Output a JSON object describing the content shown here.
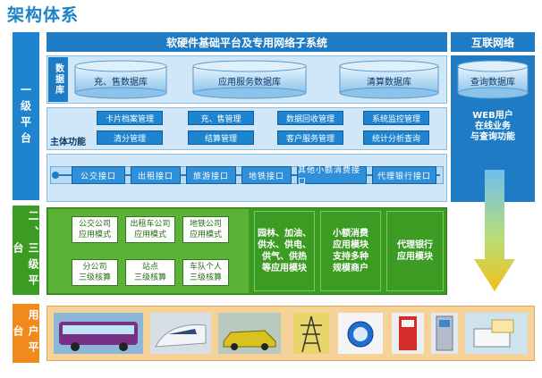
{
  "page": {
    "title": "架构体系"
  },
  "tiers": {
    "tier1": "一级平台",
    "tier23": "二、三级平台",
    "user": "用户平台"
  },
  "topbar": {
    "main": "软硬件基础平台及专用网络子系统",
    "internet": "互联网络"
  },
  "databases": {
    "label": "数据库",
    "items": [
      "充、售数据库",
      "应用服务数据库",
      "清算数据库"
    ],
    "query": "查询数据库"
  },
  "functions": {
    "label": "主体功能",
    "items": [
      "卡片档案管理",
      "充、售管理",
      "数据回收管理",
      "系统监控管理",
      "清分管理",
      "结算管理",
      "客户服务管理",
      "统计分析查询"
    ]
  },
  "web": {
    "lines": [
      "WEB用户",
      "在线业务",
      "与查询功能"
    ]
  },
  "interfaces": [
    "公交接口",
    "出租接口",
    "旅游接口",
    "地铁接口",
    "其他小额消费接口",
    "代理银行接口"
  ],
  "tier23_modules": {
    "apps": [
      "公交公司\n应用模式",
      "出租车公司\n应用模式",
      "地铁公司\n应用模式"
    ],
    "settlement": [
      "分公司\n三级核算",
      "站点\n三级核算",
      "车队个人\n三级核算"
    ],
    "others": "园林、加油、\n供水、供电、\n供气、供热\n等应用模块",
    "small": "小额消费\n应用模块\n支持多种\n规模商户",
    "bank": "代理银行\n应用模块"
  },
  "users": [
    "bus-photo",
    "train-photo",
    "taxi-photo",
    "power-tower-photo",
    "water-meter-photo",
    "fuel-pump-photo",
    "atm-photo",
    "card-reader-photo"
  ]
}
